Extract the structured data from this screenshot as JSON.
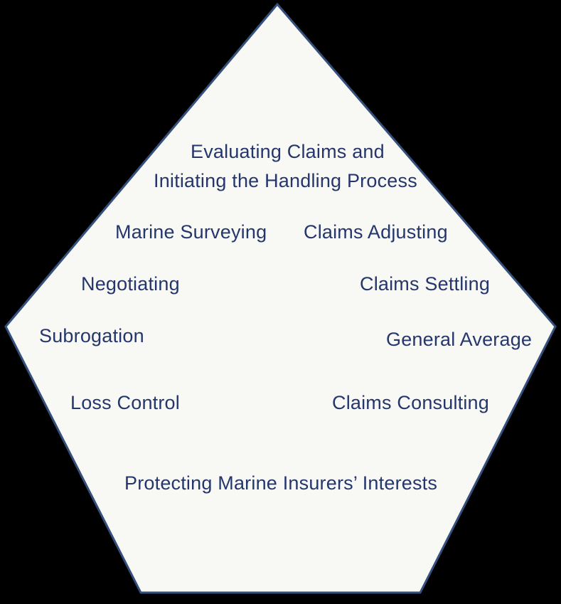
{
  "diagram": {
    "shape": "pentagon",
    "background_color": "#000000",
    "pentagon_fill": "#f8f8f5",
    "pentagon_border_color": "#35507d",
    "text_color": "#25366d",
    "labels": [
      {
        "id": "evaluating-claims-line-1",
        "text": "Evaluating Claims and"
      },
      {
        "id": "evaluating-claims-line-2",
        "text": "Initiating the Handling Process"
      },
      {
        "id": "marine-surveying",
        "text": "Marine Surveying"
      },
      {
        "id": "claims-adjusting",
        "text": "Claims Adjusting"
      },
      {
        "id": "negotiating",
        "text": "Negotiating"
      },
      {
        "id": "claims-settling",
        "text": "Claims Settling"
      },
      {
        "id": "subrogation",
        "text": "Subrogation"
      },
      {
        "id": "general-average",
        "text": "General Average"
      },
      {
        "id": "loss-control",
        "text": "Loss Control"
      },
      {
        "id": "claims-consulting",
        "text": "Claims Consulting"
      },
      {
        "id": "protecting-interests",
        "text": "Protecting Marine Insurers’ Interests"
      }
    ]
  }
}
